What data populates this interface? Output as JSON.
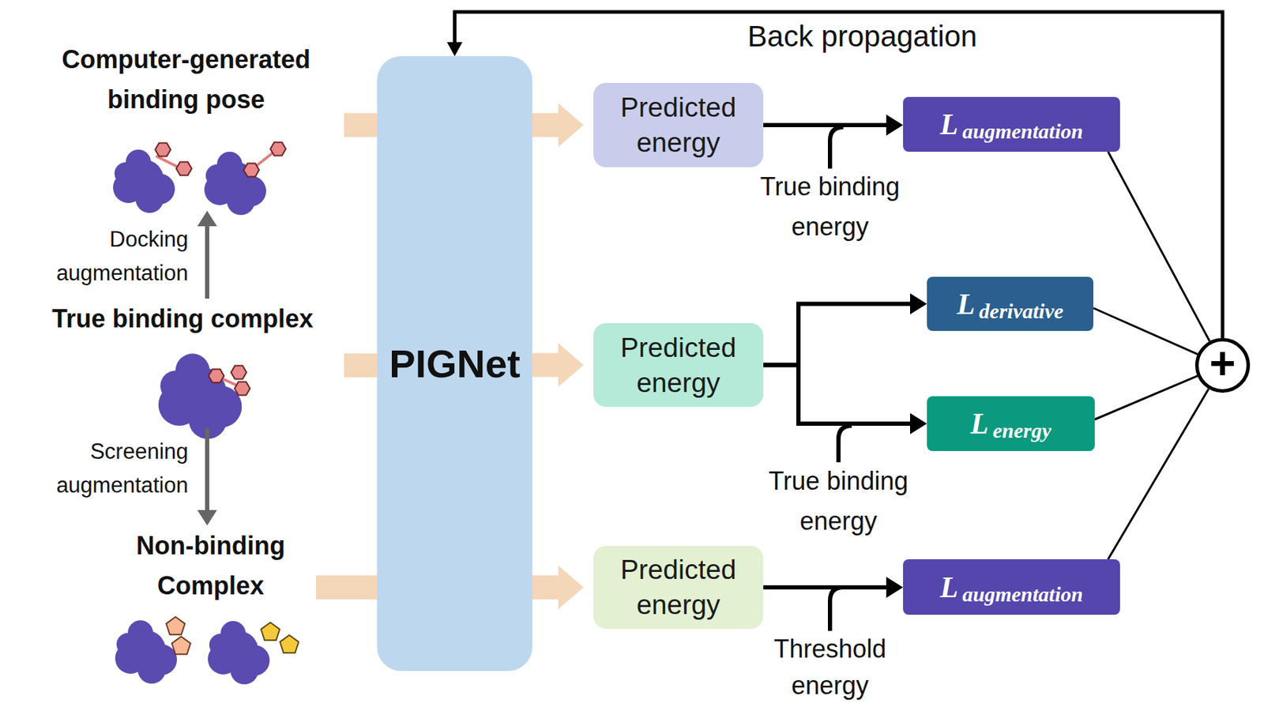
{
  "diagram": {
    "nodes": [
      {
        "text": [
          "Computer-generated binding pose"
        ]
      },
      {
        "text": [
          "True binding complex"
        ]
      },
      {
        "text": [
          "Non-binding Complex"
        ]
      },
      {
        "text": [
          "PIGNet"
        ]
      },
      {
        "text": [
          "Predicted energy"
        ]
      },
      {
        "text": [
          "Predicted energy"
        ]
      },
      {
        "text": [
          "Predicted energy"
        ]
      },
      {
        "text": [
          "L",
          "augmentation"
        ]
      },
      {
        "text": [
          "L",
          "derivative"
        ]
      },
      {
        "text": [
          "L",
          "energy"
        ]
      },
      {
        "text": [
          "L",
          "augmentation"
        ]
      },
      {
        "text": [
          "+"
        ]
      }
    ],
    "edges": [
      {
        "from": 1,
        "to": 0,
        "arrow": "to",
        "label": "Docking augmentation"
      },
      {
        "from": 1,
        "to": 2,
        "arrow": "to",
        "label": "Screening augmentation"
      },
      {
        "from": 0,
        "to": 3,
        "arrow": "none"
      },
      {
        "from": 1,
        "to": 3,
        "arrow": "none"
      },
      {
        "from": 2,
        "to": 3,
        "arrow": "none"
      },
      {
        "from": 3,
        "to": 4,
        "arrow": "to"
      },
      {
        "from": 3,
        "to": 5,
        "arrow": "to"
      },
      {
        "from": 3,
        "to": 6,
        "arrow": "to"
      },
      {
        "from": 4,
        "to": 7,
        "arrow": "to",
        "label": "True binding energy"
      },
      {
        "from": 5,
        "to": 8,
        "arrow": "to"
      },
      {
        "from": 5,
        "to": 9,
        "arrow": "to",
        "label": "True binding energy"
      },
      {
        "from": 6,
        "to": 10,
        "arrow": "to",
        "label": "Threshold energy"
      },
      {
        "from": 7,
        "to": 11,
        "arrow": "none"
      },
      {
        "from": 8,
        "to": 11,
        "arrow": "none"
      },
      {
        "from": 9,
        "to": 11,
        "arrow": "none"
      },
      {
        "from": 10,
        "to": 11,
        "arrow": "none"
      },
      {
        "from": 11,
        "to": 3,
        "arrow": "to",
        "label": "Back propagation"
      }
    ]
  }
}
